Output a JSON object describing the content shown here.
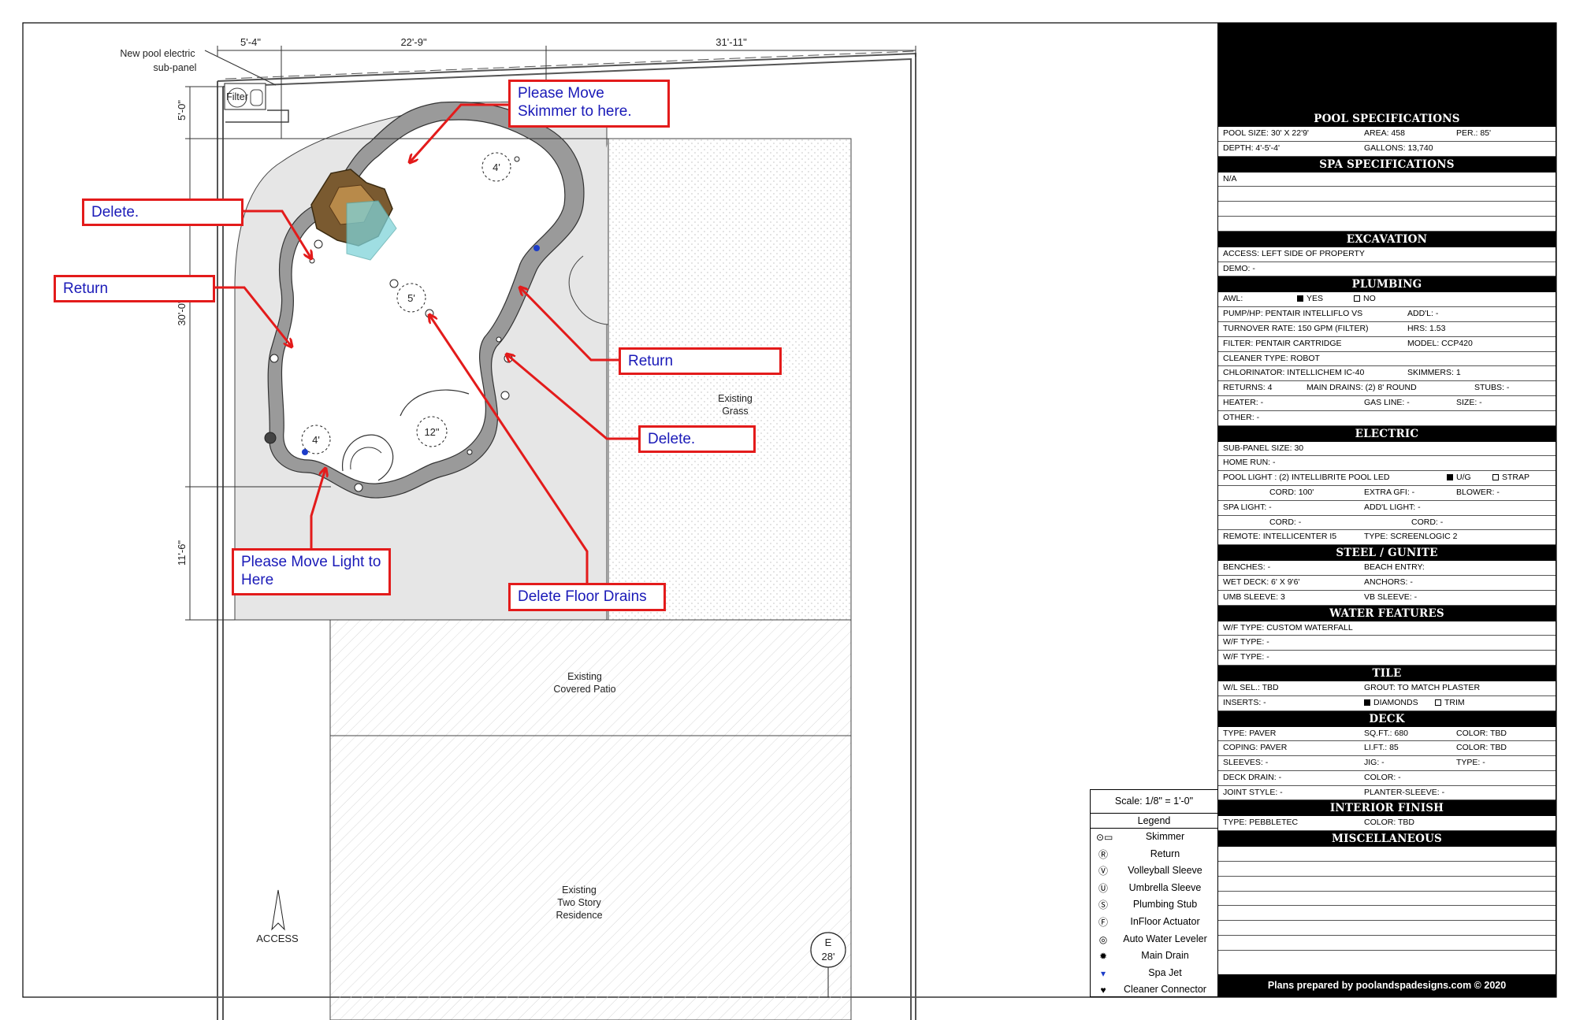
{
  "dimensions": {
    "top_1": "5'-4\"",
    "top_2": "22'-9\"",
    "top_3": "31'-11\"",
    "left_1": "5'-0\"",
    "left_2": "30'-0\"",
    "left_3": "11'-6\""
  },
  "plan_labels": {
    "electric": "New pool electric",
    "electric_2": "sub-panel",
    "filter": "Filter",
    "grass": "Existing",
    "grass_2": "Grass",
    "patio": "Existing",
    "patio_2": "Covered Patio",
    "residence": "Existing",
    "residence_2": "Two Story",
    "residence_3": "Residence",
    "access": "ACCESS",
    "depth_a": "4'",
    "depth_b": "5'",
    "depth_c": "4'",
    "depth_d": "12\"",
    "elev_e": "E",
    "elev_val": "28'"
  },
  "annotations": {
    "move_skimmer": "Please Move Skimmer to here.",
    "delete_1": "Delete.",
    "return_1": "Return",
    "return_2": "Return",
    "delete_2": "Delete.",
    "move_light": "Please Move Light to Here",
    "delete_drains": "Delete Floor Drains"
  },
  "spec": {
    "pool_title": "POOL SPECIFICATIONS",
    "pool_size": "POOL SIZE: 30' X 22'9'",
    "area": "AREA: 458",
    "per": "PER.: 85'",
    "depth": "DEPTH: 4'-5'-4'",
    "gallons": "GALLONS: 13,740",
    "spa_title": "SPA SPECIFICATIONS",
    "spa_na": "N/A",
    "exc_title": "EXCAVATION",
    "access": "ACCESS: LEFT SIDE OF PROPERTY",
    "demo": "DEMO: -",
    "plumb_title": "PLUMBING",
    "awl": "AWL:",
    "awl_yes": "YES",
    "awl_no": "NO",
    "pump": "PUMP/HP: PENTAIR INTELLIFLO VS",
    "addl": "ADD'L: -",
    "turnover": "TURNOVER RATE: 150 GPM (FILTER)",
    "hrs": "HRS: 1.53",
    "filter": "FILTER: PENTAIR CARTRIDGE",
    "model": "MODEL: CCP420",
    "cleaner": "CLEANER TYPE: ROBOT",
    "chlor": "CHLORINATOR: INTELLICHEM IC-40",
    "skimmers": "SKIMMERS: 1",
    "returns": "RETURNS: 4",
    "main_drains": "MAIN DRAINS: (2) 8' ROUND",
    "stubs": "STUBS: -",
    "heater": "HEATER: -",
    "gas": "GAS LINE: -",
    "size": "SIZE: -",
    "other": "OTHER: -",
    "elec_title": "ELECTRIC",
    "subpanel": "SUB-PANEL SIZE: 30",
    "homerun": "HOME RUN: -",
    "pool_light": "POOL LIGHT : (2) INTELLIBRITE POOL LED",
    "ug": "U/G",
    "strap": "STRAP",
    "cord1": "CORD: 100'",
    "extra_gfi": "EXTRA GFI: -",
    "blower": "BLOWER: -",
    "spa_light": "SPA LIGHT: -",
    "addl_light": "ADD'L LIGHT: -",
    "cord2": "CORD: -",
    "cord3": "CORD: -",
    "remote": "REMOTE: INTELLICENTER I5",
    "type_remote": "TYPE: SCREENLOGIC 2",
    "steel_title": "STEEL / GUNITE",
    "benches": "BENCHES: -",
    "beach": "BEACH ENTRY:",
    "wet_deck": "WET DECK: 6' X 9'6'",
    "anchors": "ANCHORS: -",
    "umb": "UMB SLEEVE: 3",
    "vb": "VB SLEEVE: -",
    "water_title": "WATER FEATURES",
    "wf1": "W/F TYPE: CUSTOM WATERFALL",
    "wf2": "W/F TYPE: -",
    "wf3": "W/F TYPE: -",
    "tile_title": "TILE",
    "wl_sel": "W/L SEL.: TBD",
    "grout": "GROUT: TO MATCH PLASTER",
    "inserts": "INSERTS: -",
    "diamonds": "DIAMONDS",
    "trim": "TRIM",
    "deck_title": "DECK",
    "deck_type": "TYPE: PAVER",
    "sqft": "SQ.FT.: 680",
    "color1": "COLOR: TBD",
    "coping": "COPING: PAVER",
    "lift": "LI.FT.: 85",
    "color2": "COLOR: TBD",
    "sleeves": "SLEEVES: -",
    "jig": "JIG: -",
    "type2": "TYPE: -",
    "deck_drain": "DECK DRAIN: -",
    "color3": "COLOR: -",
    "joint": "JOINT STYLE: -",
    "planter": "PLANTER-SLEEVE: -",
    "interior_title": "INTERIOR FINISH",
    "int_type": "TYPE: PEBBLETEC",
    "int_color": "COLOR: TBD",
    "misc_title": "MISCELLANEOUS",
    "footer": "Plans prepared by poolandspadesigns.com © 2020"
  },
  "legend": {
    "scale": "Scale:  1/8\" = 1'-0\"",
    "title": "Legend",
    "items": [
      "Skimmer",
      "Return",
      "Volleyball Sleeve",
      "Umbrella Sleeve",
      "Plumbing Stub",
      "InFloor Actuator",
      "Auto Water Leveler",
      "Main Drain",
      "Spa Jet",
      "Cleaner Connector"
    ]
  },
  "colors": {
    "annotation_border": "#e31b1b",
    "annotation_text": "#1a1ab8",
    "deck": "#e6e6e6",
    "coping": "#9a9a9a"
  }
}
